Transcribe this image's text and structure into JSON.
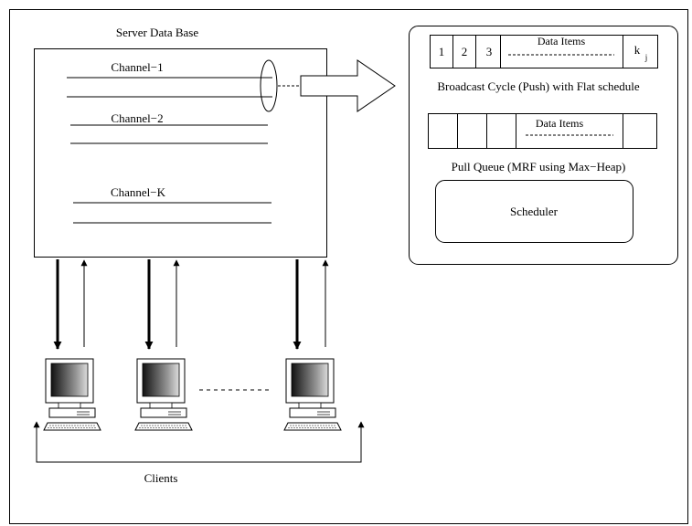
{
  "server": {
    "title": "Server Data Base",
    "channels": [
      {
        "label": "Channel−1"
      },
      {
        "label": "Channel−2"
      },
      {
        "label": "Channel−K"
      }
    ]
  },
  "broadcast": {
    "cells": [
      "1",
      "2",
      "3"
    ],
    "data_items_label": "Data Items",
    "last_cell": "k",
    "last_cell_sub": "j",
    "caption": "Broadcast Cycle (Push) with Flat schedule"
  },
  "pull_queue": {
    "data_items_label": "Data Items",
    "caption": "Pull Queue (MRF using Max−Heap)"
  },
  "scheduler": {
    "label": "Scheduler"
  },
  "clients": {
    "label": "Clients"
  }
}
